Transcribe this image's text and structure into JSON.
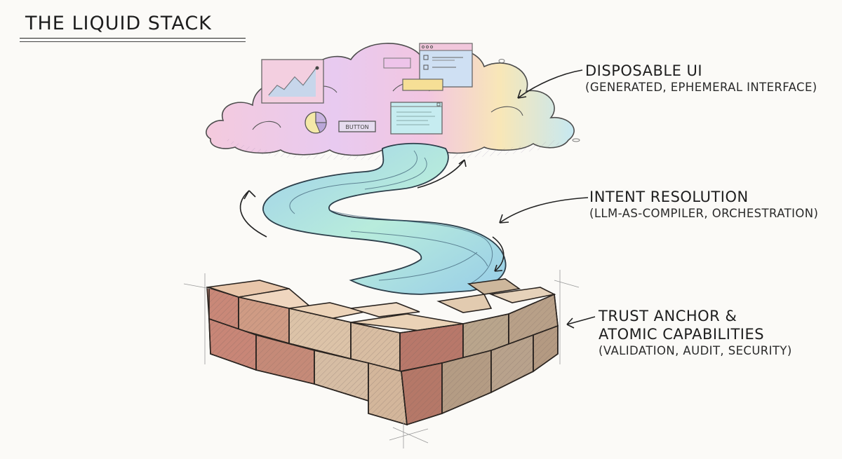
{
  "title": "THE LIQUID STACK",
  "layers": [
    {
      "id": "disposable-ui",
      "heading": "DISPOSABLE UI",
      "subtitle": "(GENERATED, EPHEMERAL INTERFACE)",
      "illustration": "pastel cloud with floating UI widgets"
    },
    {
      "id": "intent-resolution",
      "heading": "INTENT RESOLUTION",
      "subtitle": "(LLM-AS-COMPILER, ORCHESTRATION)",
      "illustration": "flowing blue-green liquid stream"
    },
    {
      "id": "trust-anchor",
      "heading_line1": "TRUST ANCHOR &",
      "heading_line2": "ATOMIC CAPABILITIES",
      "subtitle": "(VALIDATION, AUDIT, SECURITY)",
      "illustration": "brick wall foundation"
    }
  ],
  "cloud_widgets": {
    "button_label": "BUTTON",
    "widgets": [
      "line-chart-card",
      "pie-chart",
      "button",
      "window-with-checkboxes",
      "pink-bar",
      "yellow-bar",
      "cyan-text-window"
    ]
  },
  "colors": {
    "background": "#fbfaf7",
    "ink": "#1e1e1e",
    "cloud_pink": "#f4c6e2",
    "cloud_purple": "#d9c8f0",
    "cloud_yellow": "#f8eab0",
    "cloud_cyan": "#bfe6f0",
    "stream_blue": "#a9d6ec",
    "stream_green": "#bff0dc",
    "brick_red": "#c98a76",
    "brick_tan": "#d9bfa3",
    "brick_light": "#ecd8c0"
  }
}
